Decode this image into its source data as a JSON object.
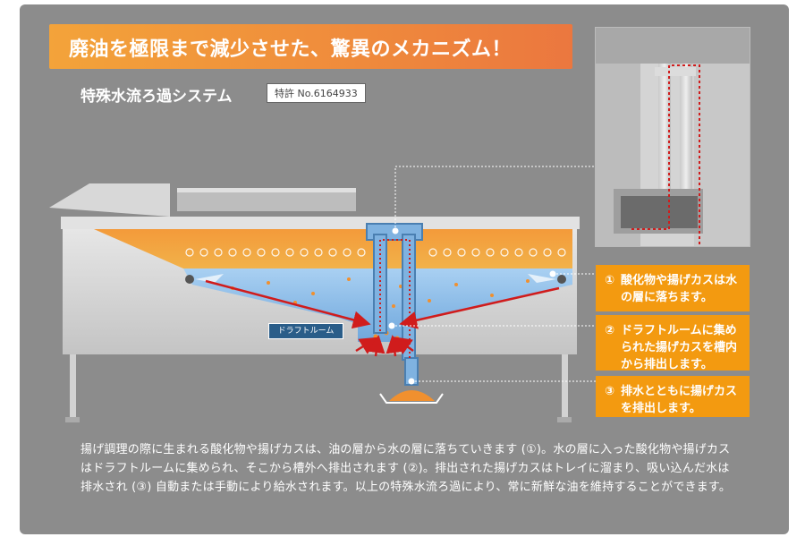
{
  "headline": "廃油を極限まで減少させた、驚異のメカニズム！",
  "system_title": "特殊水流ろ過システム",
  "patent": "特許 No.6164933",
  "draft_room_label": "ドラフトルーム",
  "steps": [
    {
      "num": "①",
      "text": "酸化物や揚げカスは水の層に落ちます。"
    },
    {
      "num": "②",
      "text": "ドラフトルームに集められた揚げカスを槽内から排出します。"
    },
    {
      "num": "③",
      "text": "排水とともに揚げカスを排出します。"
    }
  ],
  "description": "揚げ調理の際に生まれる酸化物や揚げカスは、油の層から水の層に落ちていきます (①)。水の層に入った酸化物や揚げカスはドラフトルームに集められ、そこから槽外へ排出されます (②)。排出された揚げカスはトレイに溜まり、吸い込んだ水は排水され (③) 自動または手動により給水されます。以上の特殊水流ろ過により、常に新鮮な油を維持することができます。",
  "colors": {
    "panel": "#8c8c8c",
    "banner_start": "#f3a33a",
    "banner_end": "#eb773f",
    "oil": "#f0902f",
    "water": "#7cb4e6",
    "step_box": "#f39a10",
    "flow_arrow": "#d01c1c",
    "draft_label": "#2a5d89"
  }
}
